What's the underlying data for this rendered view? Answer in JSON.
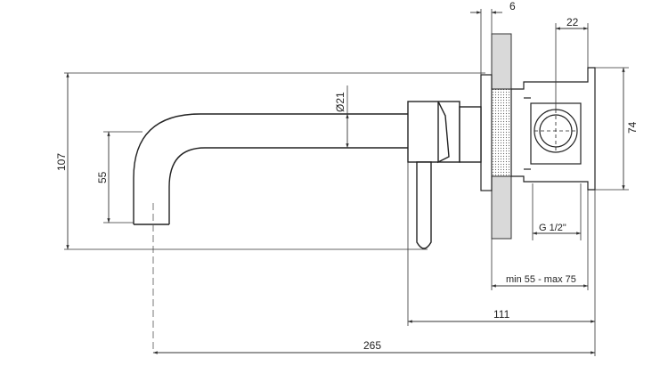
{
  "diagram": {
    "dimensions": {
      "wall_plate_thickness": "6",
      "valve_width": "22",
      "valve_height": "74",
      "pipe_diameter": "Ø21",
      "spout_drop": "55",
      "total_height": "107",
      "thread": "G 1/2\"",
      "install_depth": "min 55 - max 75",
      "lever_offset": "111",
      "total_length": "265"
    },
    "colors": {
      "line": "#222222",
      "dim_line": "#333333",
      "wall_fill": "#d9d9d9"
    }
  }
}
